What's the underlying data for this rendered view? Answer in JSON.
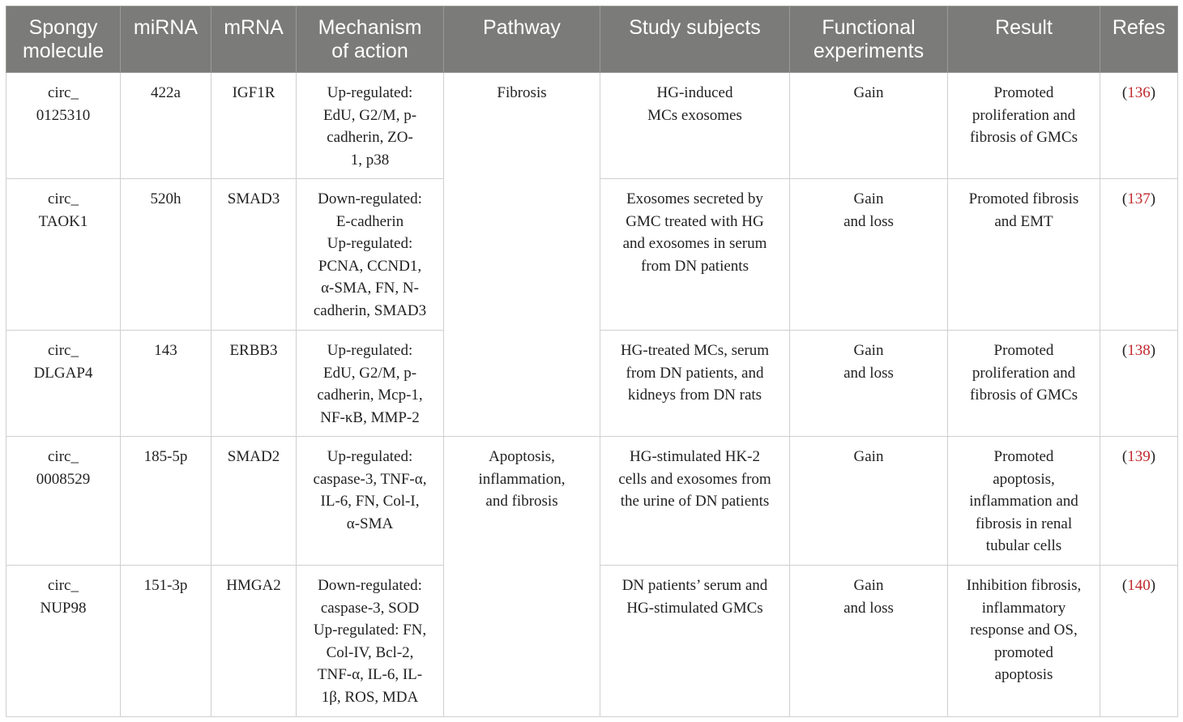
{
  "table": {
    "headers": [
      [
        "Spongy",
        "molecule"
      ],
      [
        "miRNA"
      ],
      [
        "mRNA"
      ],
      [
        "Mechanism",
        "of action"
      ],
      [
        "Pathway"
      ],
      [
        "Study subjects"
      ],
      [
        "Functional",
        "experiments"
      ],
      [
        "Result"
      ],
      [
        "Refes"
      ]
    ],
    "pathways": {
      "fibrosis": [
        "Fibrosis"
      ],
      "apoptosis": [
        "Apoptosis,",
        "inflammation,",
        "and fibrosis"
      ]
    },
    "rows": [
      {
        "spongy": [
          "circ_",
          "0125310"
        ],
        "mirna": "422a",
        "mrna": "IGF1R",
        "mechanism": [
          "Up-regulated:",
          "EdU, G2/M, p-",
          "cadherin, ZO-",
          "1, p38"
        ],
        "subjects": [
          "HG-induced",
          "MCs exosomes"
        ],
        "functional": [
          "Gain"
        ],
        "result": [
          "Promoted",
          "proliferation and",
          "fibrosis of GMCs"
        ],
        "ref": "136"
      },
      {
        "spongy": [
          "circ_",
          "TAOK1"
        ],
        "mirna": "520h",
        "mrna": "SMAD3",
        "mechanism": [
          "Down-regulated:",
          "E-cadherin",
          "Up-regulated:",
          "PCNA, CCND1,",
          "α-SMA, FN, N-",
          "cadherin, SMAD3"
        ],
        "subjects": [
          "Exosomes secreted by",
          "GMC treated with HG",
          "and exosomes in serum",
          "from DN patients"
        ],
        "functional": [
          "Gain",
          "and loss"
        ],
        "result": [
          "Promoted fibrosis",
          "and EMT"
        ],
        "ref": "137"
      },
      {
        "spongy": [
          "circ_",
          "DLGAP4"
        ],
        "mirna": "143",
        "mrna": "ERBB3",
        "mechanism": [
          "Up-regulated:",
          "EdU, G2/M, p-",
          "cadherin, Mcp-1,",
          "NF-κB, MMP-2"
        ],
        "subjects": [
          "HG-treated MCs, serum",
          "from DN patients, and",
          "kidneys from DN rats"
        ],
        "functional": [
          "Gain",
          "and loss"
        ],
        "result": [
          "Promoted",
          "proliferation and",
          "fibrosis of GMCs"
        ],
        "ref": "138"
      },
      {
        "spongy": [
          "circ_",
          "0008529"
        ],
        "mirna": "185-5p",
        "mrna": "SMAD2",
        "mechanism": [
          "Up-regulated:",
          "caspase-3, TNF-α,",
          "IL-6, FN, Col-I,",
          "α-SMA"
        ],
        "subjects": [
          "HG-stimulated HK-2",
          "cells and exosomes from",
          "the urine of DN patients"
        ],
        "functional": [
          "Gain"
        ],
        "result": [
          "Promoted",
          "apoptosis,",
          "inflammation and",
          "fibrosis in renal",
          "tubular cells"
        ],
        "ref": "139"
      },
      {
        "spongy": [
          "circ_",
          "NUP98"
        ],
        "mirna": "151-3p",
        "mrna": "HMGA2",
        "mechanism": [
          "Down-regulated:",
          "caspase-3, SOD",
          "Up-regulated: FN,",
          "Col-IV, Bcl-2,",
          "TNF-α, IL-6, IL-",
          "1β, ROS, MDA"
        ],
        "subjects": [
          "DN patients’ serum and",
          "HG-stimulated GMCs"
        ],
        "functional": [
          "Gain",
          "and loss"
        ],
        "result": [
          "Inhibition fibrosis,",
          "inflammatory",
          "response and OS,",
          "promoted",
          "apoptosis"
        ],
        "ref": "140"
      }
    ],
    "colors": {
      "header_bg": "#7b7b79",
      "header_text": "#ffffff",
      "body_text": "#222222",
      "ref_color": "#c0282d",
      "grid": "#cfcfcf"
    }
  }
}
